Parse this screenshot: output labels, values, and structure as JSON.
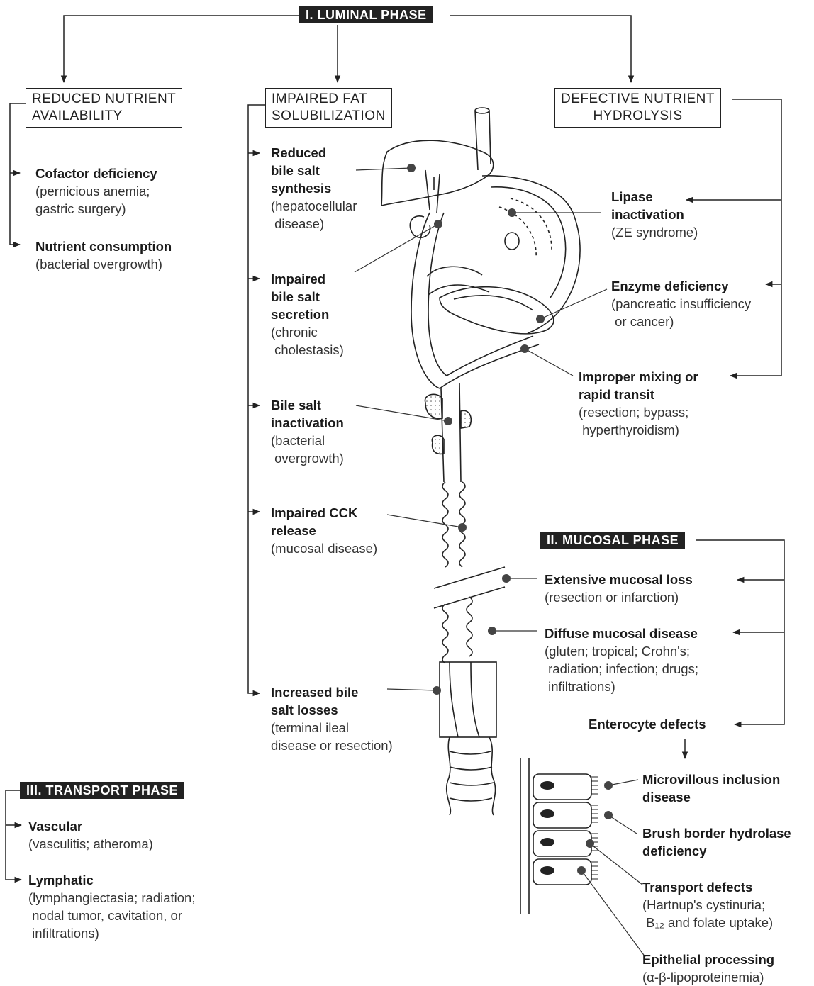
{
  "phases": {
    "luminal": "I. LUMINAL PHASE",
    "mucosal": "II. MUCOSAL PHASE",
    "transport": "III. TRANSPORT PHASE"
  },
  "categories": {
    "reduced_nutrient": [
      "REDUCED NUTRIENT",
      "AVAILABILITY"
    ],
    "impaired_fat": [
      "IMPAIRED FAT",
      "SOLUBILIZATION"
    ],
    "defective_hydrolysis": [
      "DEFECTIVE NUTRIENT",
      "HYDROLYSIS"
    ]
  },
  "reduced_nutrient_items": [
    {
      "title": [
        "Cofactor deficiency"
      ],
      "detail": [
        "(pernicious anemia;",
        "gastric surgery)"
      ]
    },
    {
      "title": [
        "Nutrient consumption"
      ],
      "detail": [
        "(bacterial overgrowth)"
      ]
    }
  ],
  "fat_items": [
    {
      "title": [
        "Reduced",
        "bile salt",
        "synthesis"
      ],
      "detail": [
        "(hepatocellular",
        " disease)"
      ]
    },
    {
      "title": [
        "Impaired",
        "bile salt",
        "secretion"
      ],
      "detail": [
        "(chronic",
        " cholestasis)"
      ]
    },
    {
      "title": [
        "Bile salt",
        "inactivation"
      ],
      "detail": [
        "(bacterial",
        " overgrowth)"
      ]
    },
    {
      "title": [
        "Impaired CCK",
        "release"
      ],
      "detail": [
        "(mucosal disease)"
      ]
    },
    {
      "title": [
        "Increased bile",
        "salt losses"
      ],
      "detail": [
        "(terminal ileal",
        "disease or resection)"
      ]
    }
  ],
  "hydrolysis_items": [
    {
      "title": [
        "Lipase",
        "inactivation"
      ],
      "detail": [
        "(ZE syndrome)"
      ]
    },
    {
      "title": [
        "Enzyme deficiency"
      ],
      "detail": [
        "(pancreatic insufficiency",
        " or cancer)"
      ]
    },
    {
      "title": [
        "Improper mixing or",
        "rapid transit"
      ],
      "detail": [
        "(resection; bypass;",
        " hyperthyroidism)"
      ]
    }
  ],
  "mucosal_items": [
    {
      "title": [
        "Extensive mucosal loss"
      ],
      "detail": [
        "(resection or infarction)"
      ]
    },
    {
      "title": [
        "Diffuse mucosal disease"
      ],
      "detail": [
        "(gluten; tropical; Crohn's;",
        " radiation; infection; drugs;",
        " infiltrations)"
      ]
    },
    {
      "title": [
        "Enterocyte defects"
      ],
      "detail": []
    }
  ],
  "enterocyte_items": [
    {
      "title": [
        "Microvillous inclusion",
        "disease"
      ],
      "detail": []
    },
    {
      "title": [
        "Brush border hydrolase",
        "deficiency"
      ],
      "detail": []
    },
    {
      "title": [
        "Transport defects"
      ],
      "detail": [
        "(Hartnup's cystinuria;",
        " B₁₂ and folate uptake)"
      ]
    },
    {
      "title": [
        "Epithelial processing"
      ],
      "detail": [
        "(α-β-lipoproteinemia)"
      ]
    }
  ],
  "transport_items": [
    {
      "title": [
        "Vascular"
      ],
      "detail": [
        "(vasculitis; atheroma)"
      ]
    },
    {
      "title": [
        "Lymphatic"
      ],
      "detail": [
        "(lymphangiectasia; radiation;",
        " nodal tumor, cavitation, or",
        " infiltrations)"
      ]
    }
  ]
}
